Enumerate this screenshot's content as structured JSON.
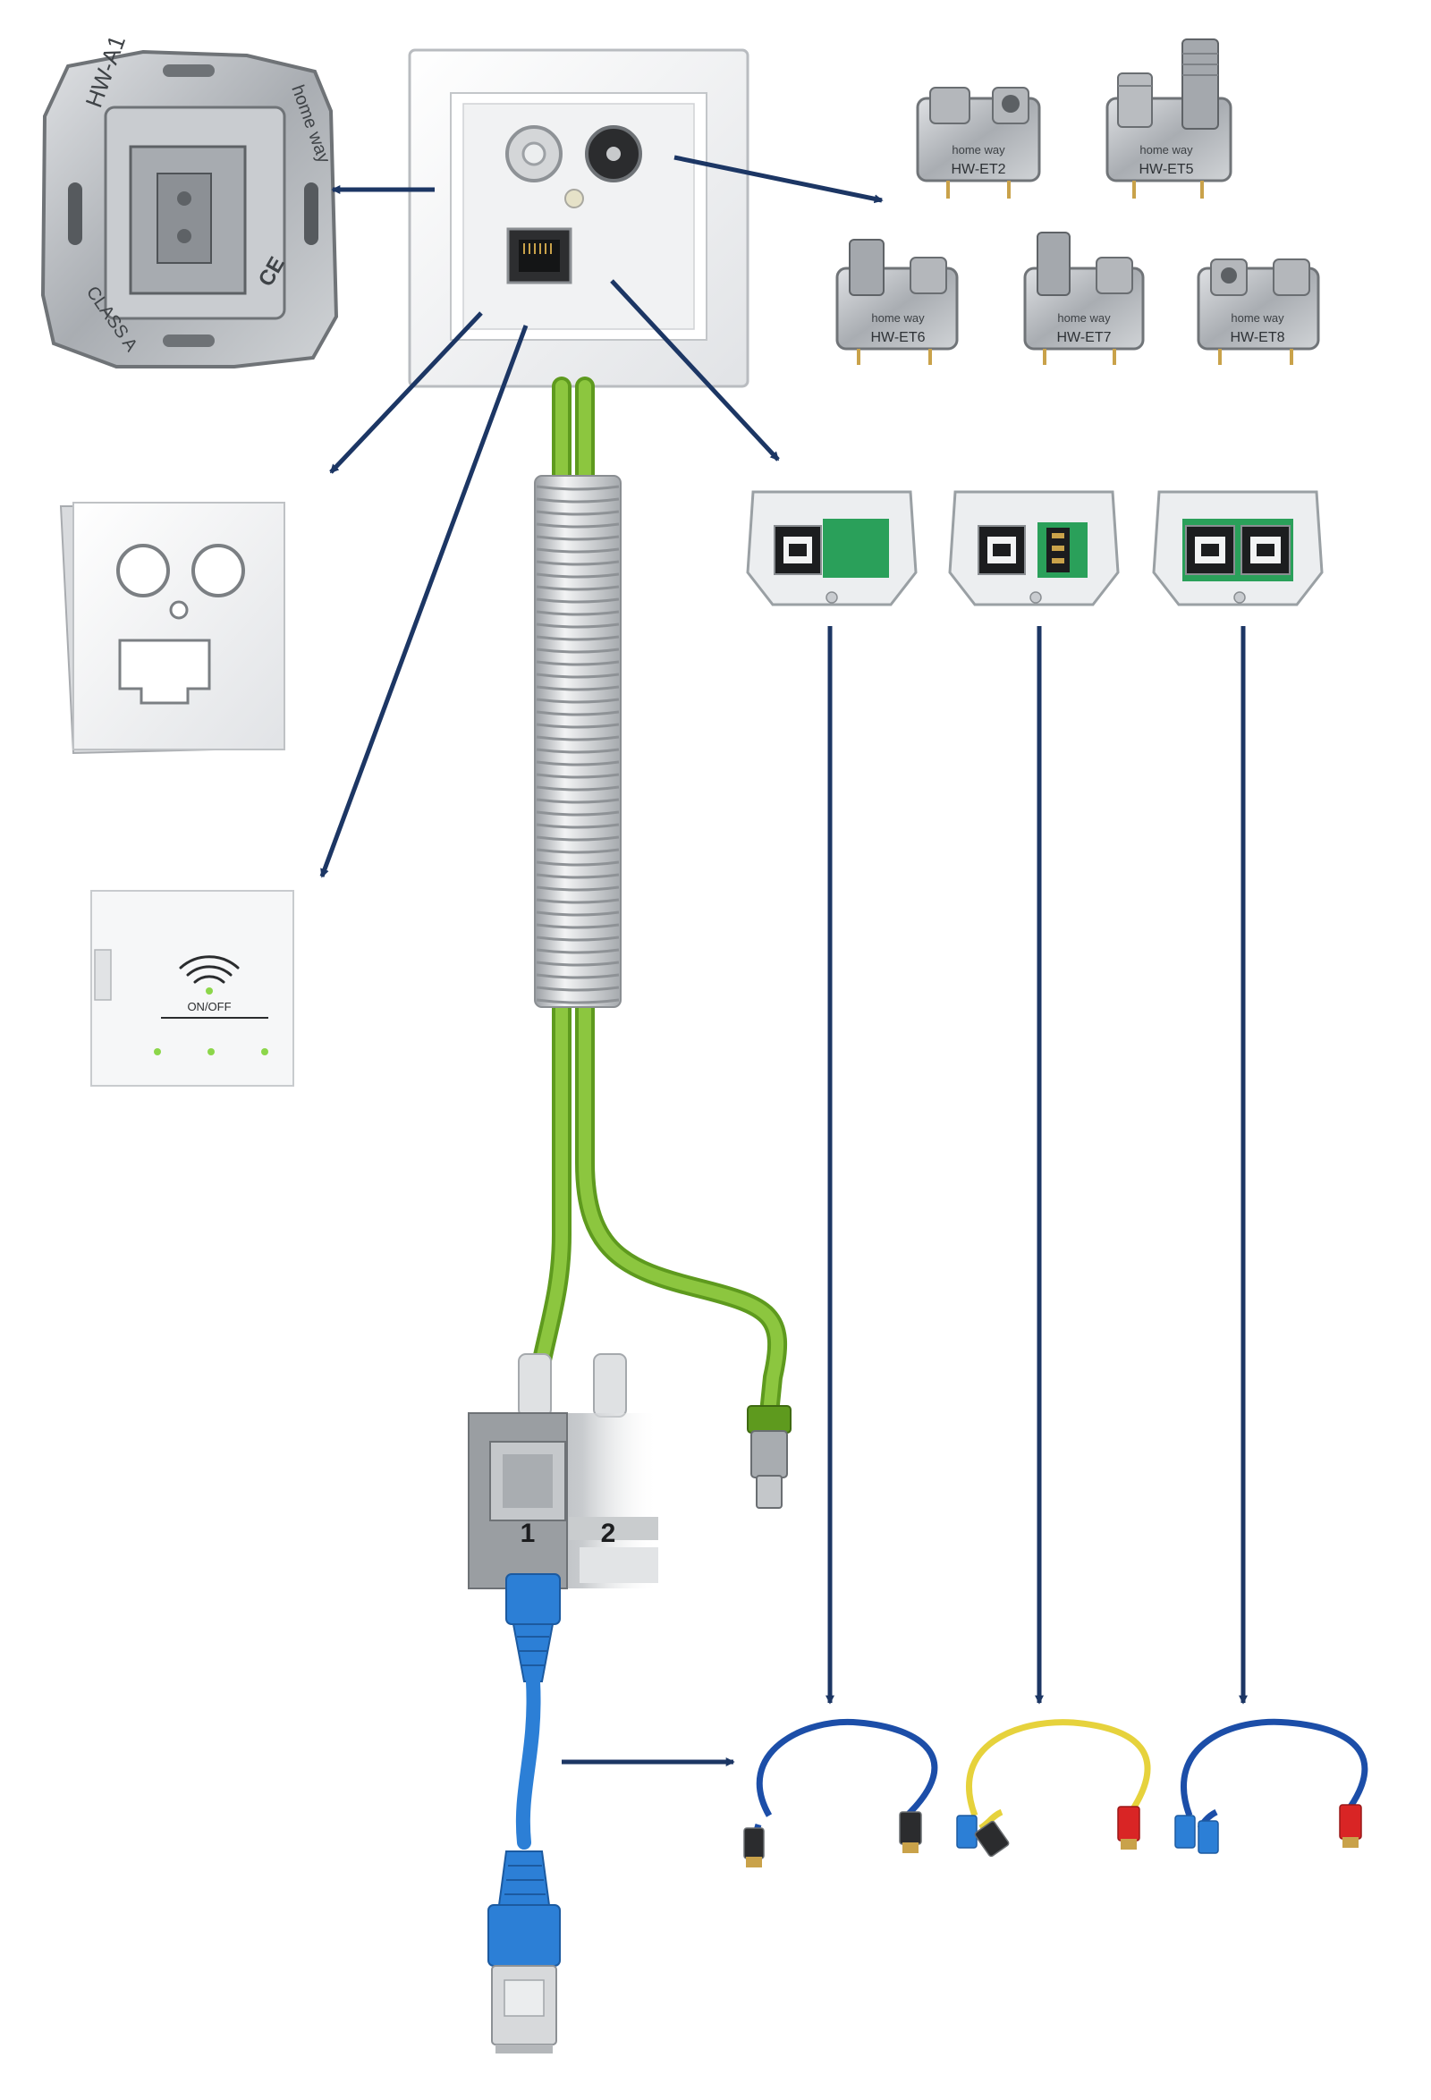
{
  "colors": {
    "arrow": "#1c3664",
    "cable_green": "#8cc63f",
    "cable_green_dark": "#5e9a1e",
    "patch_blue": "#1c4ea8",
    "patch_yellow": "#e6d23c",
    "rj45_blue": "#2c7fd6",
    "rj45_red": "#d92525",
    "keystone_green": "#2aa05a",
    "metal": "#b6b9bd",
    "metal_dark": "#7d8186"
  },
  "icons": {
    "wifi": "wifi-icon"
  },
  "mounting_frame": {
    "model": "HW-A1",
    "brand": "home way",
    "class_label": "CLASS A",
    "ce_mark": "CE"
  },
  "modules": [
    {
      "id": "et2",
      "label": "HW-ET2",
      "brand": "home way"
    },
    {
      "id": "et5",
      "label": "HW-ET5",
      "brand": "home way"
    },
    {
      "id": "et6",
      "label": "HW-ET6",
      "brand": "home way"
    },
    {
      "id": "et7",
      "label": "HW-ET7",
      "brand": "home way"
    },
    {
      "id": "et8",
      "label": "HW-ET8",
      "brand": "home way"
    }
  ],
  "access_point": {
    "label": "ON/OFF"
  },
  "patch_panel": {
    "port_labels": [
      "1",
      "2"
    ]
  }
}
